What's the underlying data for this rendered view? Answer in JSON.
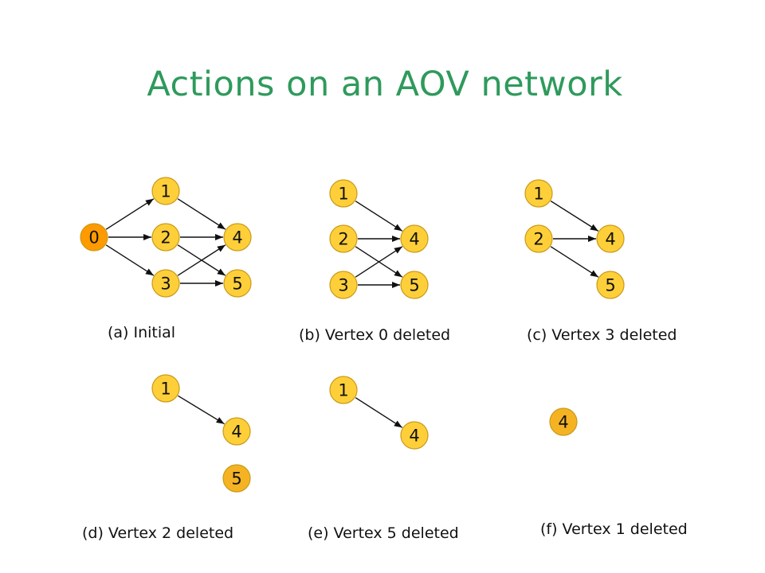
{
  "title": "Actions on an AOV network",
  "colors": {
    "title": "#2E9A5C",
    "node": "#FFCF3A",
    "node_stroke": "#C99A17",
    "edge": "#111111"
  },
  "panels": [
    {
      "caption": "(a) Initial",
      "nodes": [
        {
          "label": "0",
          "color": "#FF9A00"
        },
        {
          "label": "1"
        },
        {
          "label": "2"
        },
        {
          "label": "3"
        },
        {
          "label": "4"
        },
        {
          "label": "5"
        }
      ],
      "edges": [
        [
          0,
          1
        ],
        [
          0,
          2
        ],
        [
          0,
          3
        ],
        [
          1,
          4
        ],
        [
          2,
          4
        ],
        [
          2,
          5
        ],
        [
          3,
          4
        ],
        [
          3,
          5
        ]
      ]
    },
    {
      "caption": "(b) Vertex 0 deleted",
      "nodes": [
        {
          "label": "1"
        },
        {
          "label": "2"
        },
        {
          "label": "3"
        },
        {
          "label": "4"
        },
        {
          "label": "5"
        }
      ],
      "edges": [
        [
          0,
          3
        ],
        [
          1,
          3
        ],
        [
          1,
          4
        ],
        [
          2,
          3
        ],
        [
          2,
          4
        ]
      ]
    },
    {
      "caption": "(c) Vertex 3 deleted",
      "nodes": [
        {
          "label": "1"
        },
        {
          "label": "2"
        },
        {
          "label": "4"
        },
        {
          "label": "5"
        }
      ],
      "edges": [
        [
          0,
          2
        ],
        [
          1,
          2
        ],
        [
          1,
          3
        ]
      ]
    },
    {
      "caption": "(d) Vertex 2 deleted",
      "nodes": [
        {
          "label": "1"
        },
        {
          "label": "4"
        },
        {
          "label": "5",
          "color": "#F5B323"
        }
      ],
      "edges": [
        [
          0,
          1
        ]
      ]
    },
    {
      "caption": "(e) Vertex 5 deleted",
      "nodes": [
        {
          "label": "1"
        },
        {
          "label": "4"
        }
      ],
      "edges": [
        [
          0,
          1
        ]
      ]
    },
    {
      "caption": "(f) Vertex 1 deleted",
      "nodes": [
        {
          "label": "4",
          "color": "#F5B323"
        }
      ],
      "edges": []
    }
  ]
}
